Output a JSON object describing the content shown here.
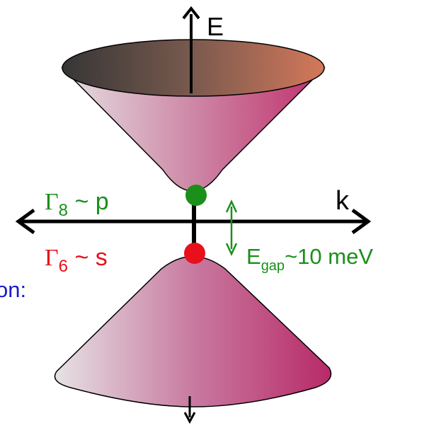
{
  "axes": {
    "energy_label": "E",
    "momentum_label": "k"
  },
  "states": {
    "gamma8": {
      "symbol": "Γ",
      "subscript": "8",
      "suffix": " ~ p",
      "color": "#1a8f1a"
    },
    "gamma6": {
      "symbol": "Γ",
      "subscript": "6",
      "suffix": " ~ s",
      "color": "#e8101a"
    }
  },
  "gap": {
    "prefix": "E",
    "subscript": "gap",
    "suffix": "~10 meV",
    "color": "#1a8f1a"
  },
  "clipped_text": "on:",
  "clipped_text_color": "#1a1acc",
  "colors": {
    "axis": "#000000",
    "cone_pink": "#c8467e",
    "cone_light": "#e2dde0",
    "cone_top_dark": "#3a3a3a",
    "cone_top_orange": "#d07a52",
    "gamma8_dot": "#1a8f1a",
    "gamma6_dot": "#e8101a"
  }
}
